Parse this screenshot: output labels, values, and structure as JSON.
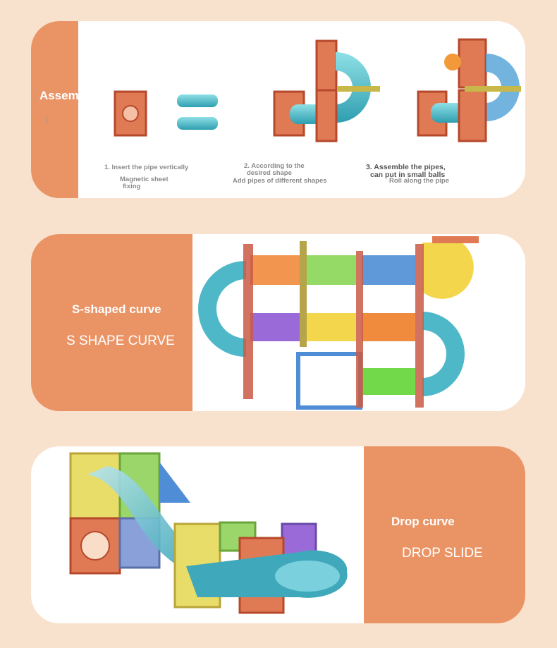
{
  "section_assembly": {
    "title": "Assembly",
    "steps": [
      {
        "caption": "1. Insert the pipe vertically",
        "sub": "Magnetic sheet fixing",
        "sub_l1": "Magnetic sheet",
        "sub_l2": "fixing"
      },
      {
        "caption_l1": "2. According to the",
        "caption_l2": "desired shape",
        "sub": "Add pipes of different shapes"
      },
      {
        "caption_l1": "3. Assemble the pipes,",
        "caption_l2": "can put in small balls",
        "sub": "Roll along the pipe"
      }
    ]
  },
  "section_s_curve": {
    "title": "S-shaped curve",
    "subtitle": "S SHAPE CURVE"
  },
  "section_drop": {
    "title": "Drop curve",
    "subtitle": "DROP SLIDE"
  },
  "colors": {
    "background": "#f9e2cd",
    "panel": "#ea9466",
    "tile_red": "#d9654a",
    "tile_yellow": "#e8d33f",
    "tile_green": "#7cc94a",
    "tile_blue": "#5aa7d8",
    "tile_purple": "#8d6bd1",
    "pipe_teal": "#4fb8c8"
  }
}
